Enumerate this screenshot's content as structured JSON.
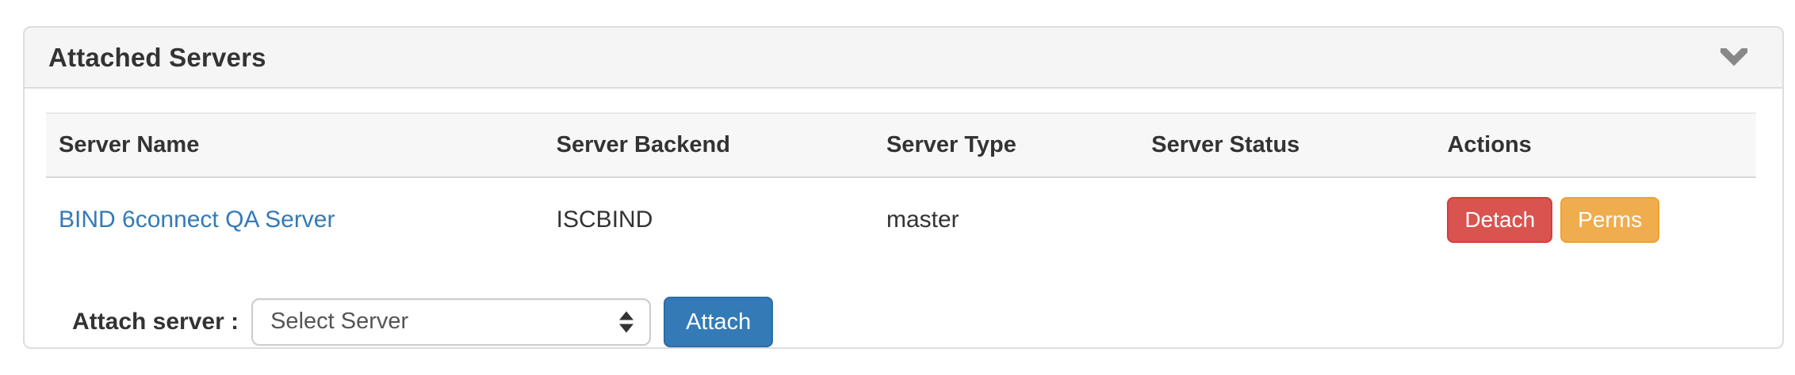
{
  "panel": {
    "title": "Attached Servers",
    "collapse_icon": "chevron-down"
  },
  "table": {
    "columns": [
      "Server Name",
      "Server Backend",
      "Server Type",
      "Server Status",
      "Actions"
    ],
    "rows": [
      {
        "server_name": "BIND 6connect QA Server",
        "server_backend": "ISCBIND",
        "server_type": "master",
        "server_status": "",
        "actions": [
          "Detach",
          "Perms"
        ]
      }
    ]
  },
  "attach": {
    "label": "Attach server :",
    "select_value": "Select Server",
    "button_label": "Attach"
  },
  "colors": {
    "danger": "#d9534f",
    "warning": "#f0ad4e",
    "primary": "#337ab7",
    "link": "#337ab7",
    "panel_heading_bg": "#f5f5f5",
    "table_header_bg": "#f7f7f7",
    "border": "#dddddd"
  }
}
